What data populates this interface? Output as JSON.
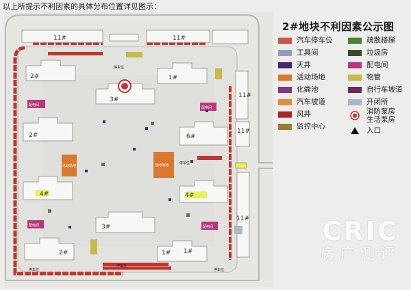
{
  "caption": "以上所提示不利因素的具体分布位置详见图示：",
  "legend": {
    "title": "2#地块不利因素公示图",
    "col1": [
      {
        "label": "汽车停车位",
        "color": "#c8564a"
      },
      {
        "label": "工具间",
        "color": "#9a9ab8"
      },
      {
        "label": "天井",
        "color": "#3e2a6b"
      },
      {
        "label": "活动场地",
        "color": "#d9782e"
      },
      {
        "label": "化粪池",
        "color": "#7c3a78"
      },
      {
        "label": "汽车坡道",
        "color": "#e88a3c"
      },
      {
        "label": "风井",
        "color": "#a3262c"
      },
      {
        "label": "监控中心",
        "color": "#9b7a32"
      }
    ],
    "col2": [
      {
        "label": "疏散楼梯",
        "color": "#4f7f3a"
      },
      {
        "label": "垃圾房",
        "color": "#3a4a22"
      },
      {
        "label": "配电间",
        "color": "#b8377a"
      },
      {
        "label": "物管",
        "color": "#c9b84a"
      },
      {
        "label": "自行车坡道",
        "color": "#6a2c5e"
      },
      {
        "label": "开闭所",
        "color": "#a8b8c4"
      },
      {
        "label": "消防泵房\n生活泵房",
        "icon": "fire-pump-room-icon",
        "color": "#c8323a"
      },
      {
        "label": "入口",
        "icon": "entrance-triangle-icon",
        "color": "#111111"
      }
    ]
  },
  "map": {
    "buildings": [
      "11#",
      "11#",
      "11#",
      "11#",
      "11#",
      "2#",
      "2#",
      "2#",
      "3#",
      "3#",
      "4#",
      "4#",
      "1#",
      "1#",
      "1#",
      "6#"
    ],
    "parking_labels": [
      "停车位",
      "停车位",
      "停车位",
      "停车位",
      "停车位"
    ],
    "pad_labels": [
      "配电间",
      "配电间",
      "配电间",
      "配电间",
      "活动场地",
      "活动场地"
    ]
  },
  "watermark": {
    "brand": "CRIC",
    "sub": "房产测评"
  }
}
